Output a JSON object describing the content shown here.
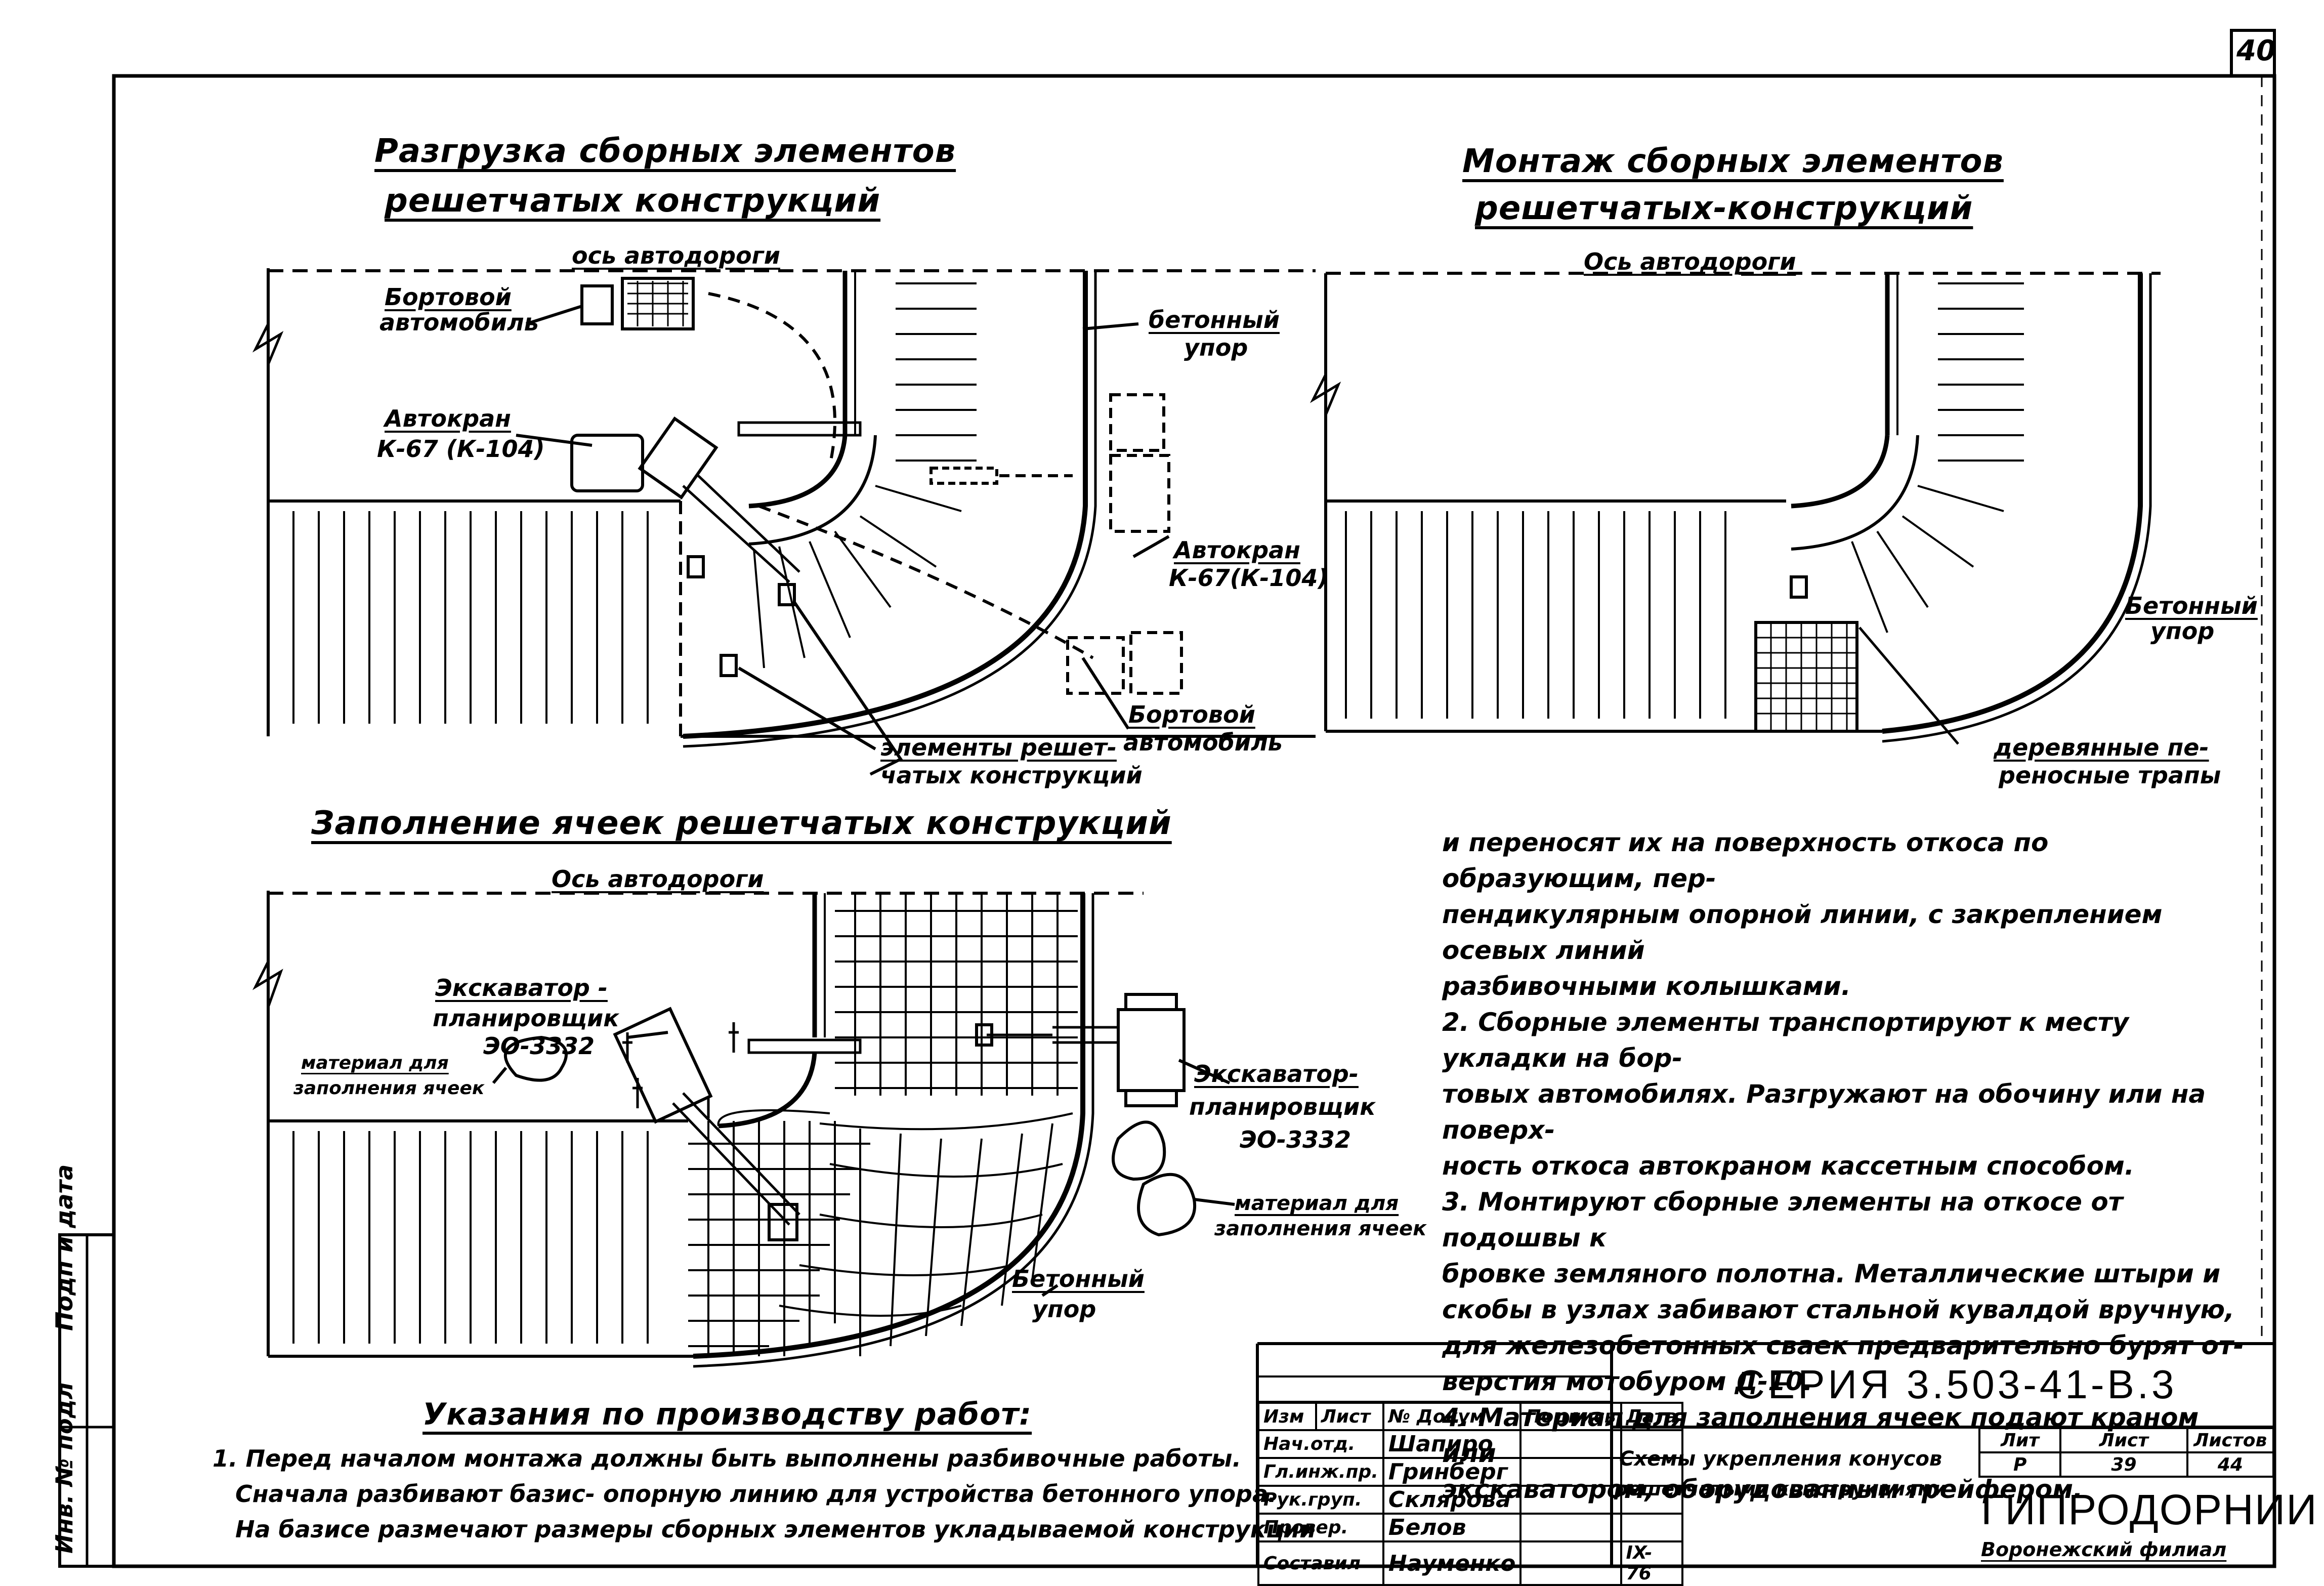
{
  "sheet_number": "40",
  "section_unload": {
    "title_line1": "Разгрузка сборных элементов",
    "title_line2": "решетчатых конструкций",
    "axis": "ось автодороги",
    "truck_label_1": "Бортовой",
    "truck_label_2": "автомобиль",
    "crane_label_1": "Автокран",
    "crane_label_2": "К-67 (К-104)",
    "stop_label_1": "бетонный",
    "stop_label_2": "упор",
    "crane_right_1": "Автокран",
    "crane_right_2": "К-67(К-104)",
    "truck_right_1": "Бортовой",
    "truck_right_2": "автомобиль",
    "elements_1": "элементы решет-",
    "elements_2": "чатых конструкций"
  },
  "section_mount": {
    "title_line1": "Монтаж сборных элементов",
    "title_line2": "решетчатых-конструкций",
    "axis": "Ось автодороги",
    "stop_label_1": "Бетонный",
    "stop_label_2": "упор",
    "ladders_1": "деревянные пе-",
    "ladders_2": "реносные трапы"
  },
  "section_fill": {
    "title": "Заполнение ячеек решетчатых конструкций",
    "axis": "Ось автодороги",
    "exc_left_1": "Экскаватор -",
    "exc_left_2": "планировщик",
    "exc_left_3": "ЭО-3332",
    "mat_left_1": "материал для",
    "mat_left_2": "заполнения ячеек",
    "exc_right_1": "Экскаватор-",
    "exc_right_2": "планировщик",
    "exc_right_3": "ЭО-3332",
    "mat_right_1": "материал для",
    "mat_right_2": "заполнения ячеек",
    "stop_label_1": "Бетонный",
    "stop_label_2": "упор"
  },
  "instructions": {
    "title": "Указания по производству работ:",
    "p1_line1": "1. Перед началом монтажа должны быть выполнены разбивочные работы.",
    "p1_line2": "Сначала разбивают базис- опорную линию для устройства бетонного упора.",
    "p1_line3": "На базисе размечают размеры сборных элементов укладываемой конструкции",
    "right_lines": [
      "и переносят их на поверхность откоса по образующим, пер-",
      "пендикулярным опорной линии, с закреплением осевых линий",
      "разбивочными колышками.",
      "2. Сборные элементы транспортируют к месту укладки на бор-",
      "товых автомобилях. Разгружают на обочину или на поверх-",
      "ность откоса автокраном кассетным способом.",
      "3. Монтируют сборные элементы на откосе от подошвы к",
      "бровке земляного полотна. Металлические штыри и",
      "скобы в узлах забивают стальной кувалдой вручную,",
      "для железобетонных свaек предварительно бурят от-",
      "верстия мотобуром Д-10.",
      "4. Материал для заполнения ячеек подают краном или",
      "экскаватором, оборудованным грейфером."
    ]
  },
  "side_stamp": {
    "label_top": "Подп и дата",
    "label_bottom": "Инв. № подл"
  },
  "title_block": {
    "series": "СЕРИЯ  3.503-41-В.3",
    "header": [
      "Изм",
      "Лист",
      "№ Докум",
      "Подпись",
      "Дата"
    ],
    "rows": [
      [
        "Нач.отд.",
        "Шапиро",
        "",
        ""
      ],
      [
        "Гл.инж.пр.",
        "Гринберг",
        "",
        ""
      ],
      [
        "Рук.груп.",
        "Склярова",
        "",
        ""
      ],
      [
        "Провер.",
        "Белов",
        "",
        ""
      ],
      [
        "Составил",
        "Науменко",
        "",
        "IX-76"
      ]
    ],
    "doc_title_1": "Схемы укрепления конусов",
    "doc_title_2": "решетчатыми конструкциями",
    "stage_header": "Лит",
    "sheet_header": "Лист",
    "sheets_header": "Листов",
    "stage": "Р",
    "sheet": "39",
    "sheets": "44",
    "org": "ГИПРОДОРНИИ",
    "branch": "Воронежский филиал"
  }
}
